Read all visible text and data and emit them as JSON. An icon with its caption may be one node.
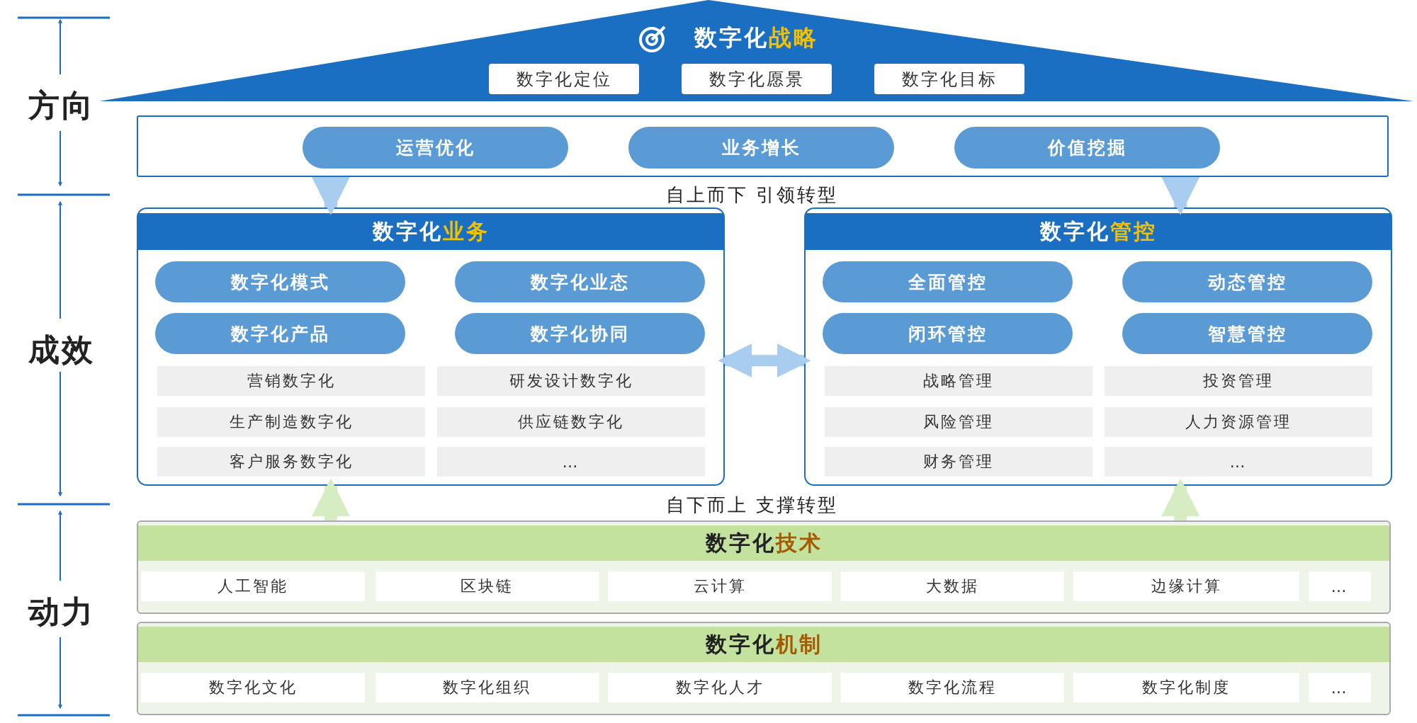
{
  "diagram": {
    "nodes": [
      {
        "text": [
          "数字化**战略**"
        ]
      },
      {
        "text": [
          "数字化定位"
        ],
        "in": 0
      },
      {
        "text": [
          "数字化愿景"
        ],
        "in": 0
      },
      {
        "text": [
          "数字化目标"
        ],
        "in": 0
      },
      {
        "text": [],
        "shape": "box"
      },
      {
        "text": [
          "运营优化"
        ],
        "in": 4
      },
      {
        "text": [
          "业务增长"
        ],
        "in": 4
      },
      {
        "text": [
          "价值挖掘"
        ],
        "in": 4
      },
      {
        "text": [
          "数字化**业务**"
        ]
      },
      {
        "text": [
          "数字化模式"
        ],
        "in": 8
      },
      {
        "text": [
          "数字化业态"
        ],
        "in": 8
      },
      {
        "text": [
          "数字化产品"
        ],
        "in": 8
      },
      {
        "text": [
          "数字化协同"
        ],
        "in": 8
      },
      {
        "text": [
          "营销数字化"
        ],
        "in": 8
      },
      {
        "text": [
          "研发设计数字化"
        ],
        "in": 8
      },
      {
        "text": [
          "生产制造数字化"
        ],
        "in": 8
      },
      {
        "text": [
          "供应链数字化"
        ],
        "in": 8
      },
      {
        "text": [
          "客户服务数字化"
        ],
        "in": 8
      },
      {
        "text": [
          "…"
        ],
        "in": 8
      },
      {
        "text": [
          "数字化**管控**"
        ]
      },
      {
        "text": [
          "全面管控"
        ],
        "in": 19
      },
      {
        "text": [
          "动态管控"
        ],
        "in": 19
      },
      {
        "text": [
          "闭环管控"
        ],
        "in": 19
      },
      {
        "text": [
          "智慧管控"
        ],
        "in": 19
      },
      {
        "text": [
          "战略管理"
        ],
        "in": 19
      },
      {
        "text": [
          "投资管理"
        ],
        "in": 19
      },
      {
        "text": [
          "风险管理"
        ],
        "in": 19
      },
      {
        "text": [
          "人力资源管理"
        ],
        "in": 19
      },
      {
        "text": [
          "财务管理"
        ],
        "in": 19
      },
      {
        "text": [
          "…"
        ],
        "in": 19
      },
      {
        "text": [
          "数字化**技术**"
        ]
      },
      {
        "text": [
          "人工智能"
        ],
        "in": 30
      },
      {
        "text": [
          "区块链"
        ],
        "in": 30
      },
      {
        "text": [
          "云计算"
        ],
        "in": 30
      },
      {
        "text": [
          "大数据"
        ],
        "in": 30
      },
      {
        "text": [
          "边缘计算"
        ],
        "in": 30
      },
      {
        "text": [
          "…"
        ],
        "in": 30
      },
      {
        "text": [
          "数字化**机制**"
        ]
      },
      {
        "text": [
          "数字化文化"
        ],
        "in": 37
      },
      {
        "text": [
          "数字化组织"
        ],
        "in": 37
      },
      {
        "text": [
          "数字化人才"
        ],
        "in": 37
      },
      {
        "text": [
          "数字化流程"
        ],
        "in": 37
      },
      {
        "text": [
          "数字化制度"
        ],
        "in": 37
      },
      {
        "text": [
          "…"
        ],
        "in": 37
      }
    ],
    "edges": [
      {
        "from": 4,
        "to": 8,
        "arrow": "to"
      },
      {
        "from": 4,
        "to": 19,
        "arrow": "to"
      },
      {
        "from": 8,
        "to": 19,
        "arrow": "both"
      },
      {
        "from": 30,
        "to": 8,
        "arrow": "to"
      },
      {
        "from": 30,
        "to": 19,
        "arrow": "to"
      }
    ],
    "labels": [
      "方向",
      "自上而下 引领转型",
      "成效",
      "自下而上 支撑转型",
      "动力"
    ]
  }
}
